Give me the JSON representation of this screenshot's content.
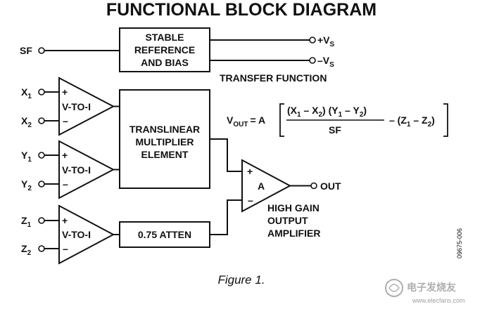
{
  "title": "FUNCTIONAL BLOCK DIAGRAM",
  "blocks": {
    "reference": [
      "STABLE",
      "REFERENCE",
      "AND BIAS"
    ],
    "v_to_i": "V-TO-I",
    "multiplier": [
      "TRANSLINEAR",
      "MULTIPLIER",
      "ELEMENT"
    ],
    "atten": "0.75 ATTEN",
    "amp": "A",
    "amp_caption": [
      "HIGH GAIN",
      "OUTPUT",
      "AMPLIFIER"
    ]
  },
  "pins": {
    "sf": "SF",
    "x1": {
      "base": "X",
      "sub": "1"
    },
    "x2": {
      "base": "X",
      "sub": "2"
    },
    "y1": {
      "base": "Y",
      "sub": "1"
    },
    "y2": {
      "base": "Y",
      "sub": "2"
    },
    "z1": {
      "base": "Z",
      "sub": "1"
    },
    "z2": {
      "base": "Z",
      "sub": "2"
    },
    "plus_vs": {
      "base": "+V",
      "sub": "S"
    },
    "minus_vs": {
      "base": "–V",
      "sub": "S"
    },
    "out": "OUT"
  },
  "polarity": {
    "plus": "+",
    "minus": "–"
  },
  "transfer": {
    "heading": "TRANSFER FUNCTION",
    "lhs_base": "V",
    "lhs_sub": "OUT",
    "equals": "= A",
    "num_open": "(X",
    "num_sub1": "1",
    "num_mid1": " – X",
    "num_sub2": "2",
    "num_mid2": ") (Y",
    "num_sub3": "1",
    "num_mid3": " – Y",
    "num_sub4": "2",
    "num_close": ")",
    "denominator": "SF",
    "tail_open": "– (Z",
    "tail_sub1": "1",
    "tail_mid": " – Z",
    "tail_sub2": "2",
    "tail_close": ")"
  },
  "caption": "Figure 1.",
  "code": "09675-006",
  "watermark": {
    "brand": "电子发烧友",
    "url": "www.elecfans.com"
  },
  "colors": {
    "line": "#111111",
    "background": "#ffffff"
  }
}
